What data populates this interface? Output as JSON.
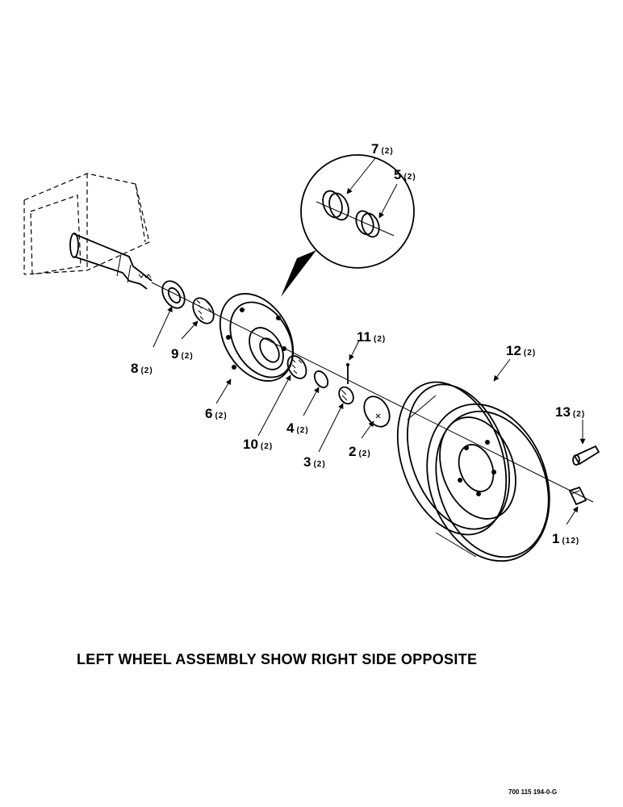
{
  "caption": "LEFT WHEEL ASSEMBLY SHOW RIGHT SIDE OPPOSITE",
  "drawing_code": "700 115 194-0-G",
  "callouts": {
    "c1": {
      "num": "1",
      "qty": "(12)"
    },
    "c2": {
      "num": "2",
      "qty": "(2)"
    },
    "c3": {
      "num": "3",
      "qty": "(2)"
    },
    "c4": {
      "num": "4",
      "qty": "(2)"
    },
    "c5": {
      "num": "5",
      "qty": "(2)"
    },
    "c6": {
      "num": "6",
      "qty": "(2)"
    },
    "c7": {
      "num": "7",
      "qty": "(2)"
    },
    "c8": {
      "num": "8",
      "qty": "(2)"
    },
    "c9": {
      "num": "9",
      "qty": "(2)"
    },
    "c10": {
      "num": "10",
      "qty": "(2)"
    },
    "c11": {
      "num": "11",
      "qty": "(2)"
    },
    "c12": {
      "num": "12",
      "qty": "(2)"
    },
    "c13": {
      "num": "13",
      "qty": "(2)"
    }
  }
}
